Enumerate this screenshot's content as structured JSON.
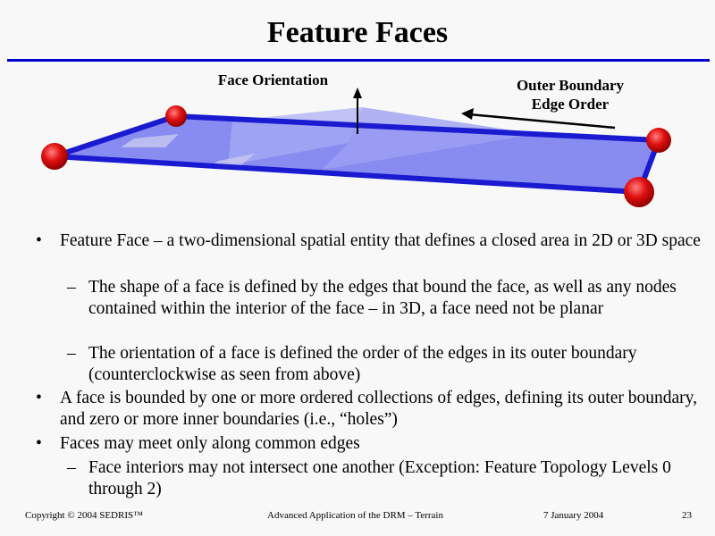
{
  "slide": {
    "title": "Feature Faces",
    "diagram": {
      "face_orientation_label": "Face Orientation",
      "outer_boundary_label_line1": "Outer Boundary",
      "outer_boundary_label_line2": "Edge Order"
    },
    "bullets": [
      {
        "level": 1,
        "marker": "•",
        "text": "Feature Face – a two-dimensional spatial entity that defines a closed area in 2D or 3D space"
      },
      {
        "level": 2,
        "marker": "–",
        "text": "The shape of a face is defined by the edges that bound the face, as well as any nodes contained within the interior of the face – in 3D, a face need not be planar"
      },
      {
        "level": 2,
        "marker": "–",
        "text": "The orientation of a face is defined the order of the edges in its outer boundary (counterclockwise as seen from above)"
      },
      {
        "level": 1,
        "marker": "•",
        "text": "A face is bounded by one or more ordered collections of edges, defining its outer boundary, and zero or more inner boundaries (i.e., “holes”)"
      },
      {
        "level": 1,
        "marker": "•",
        "text": "Faces may meet only along common edges"
      },
      {
        "level": 2,
        "marker": "–",
        "text": "Face interiors may not intersect one another (Exception: Feature Topology Levels 0 through 2)"
      }
    ],
    "footer": {
      "copyright": "Copyright © 2004 SEDRIS™",
      "course": "Advanced Application of the DRM – Terrain",
      "date": "7 January 2004",
      "page": "23"
    }
  },
  "colors": {
    "rule": "#0000cc",
    "edge": "#1a1ad0",
    "face": "#7b7ff0",
    "node": "#e01010"
  }
}
